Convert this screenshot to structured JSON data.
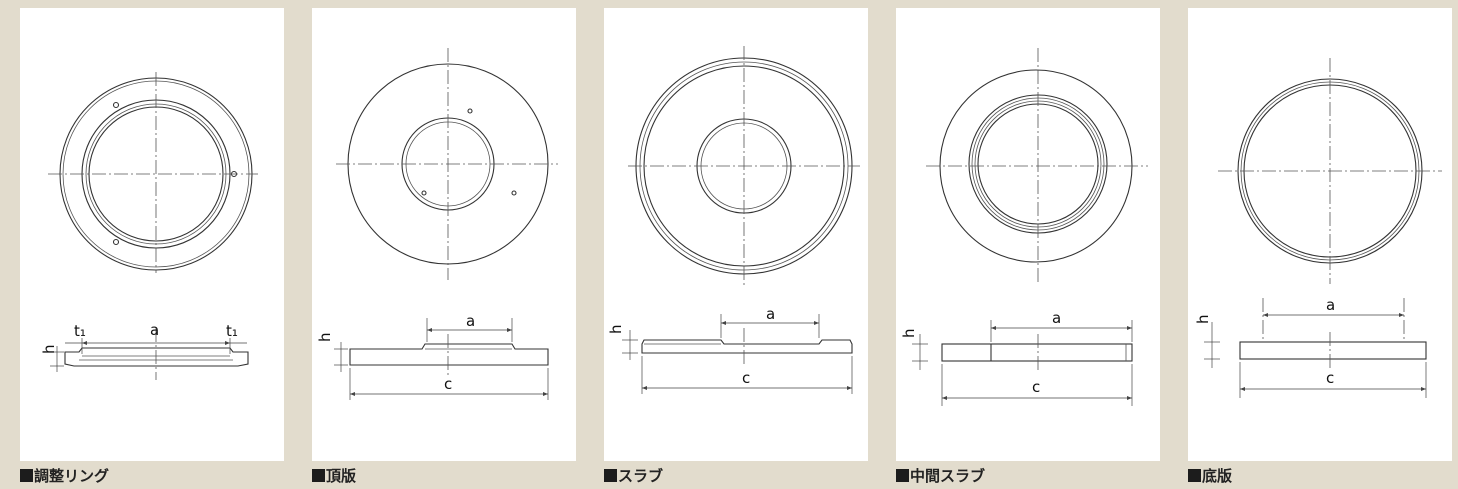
{
  "panels": [
    {
      "id": "adjustment-ring",
      "caption": "調整リング",
      "labels": {
        "a": "a",
        "t1_left": "t₁",
        "t1_right": "t₁",
        "h": "h"
      }
    },
    {
      "id": "top-slab",
      "caption": "頂版",
      "labels": {
        "a": "a",
        "c": "c",
        "h": "h"
      }
    },
    {
      "id": "slab",
      "caption": "スラブ",
      "labels": {
        "a": "a",
        "c": "c",
        "h": "h"
      }
    },
    {
      "id": "middle-slab",
      "caption": "中間スラブ",
      "labels": {
        "a": "a",
        "c": "c",
        "h": "h"
      }
    },
    {
      "id": "bottom-slab",
      "caption": "底版",
      "labels": {
        "a": "a",
        "c": "c",
        "h": "h"
      }
    }
  ],
  "colors": {
    "background": "#e2dccd",
    "panel": "#ffffff",
    "line": "#333333"
  }
}
